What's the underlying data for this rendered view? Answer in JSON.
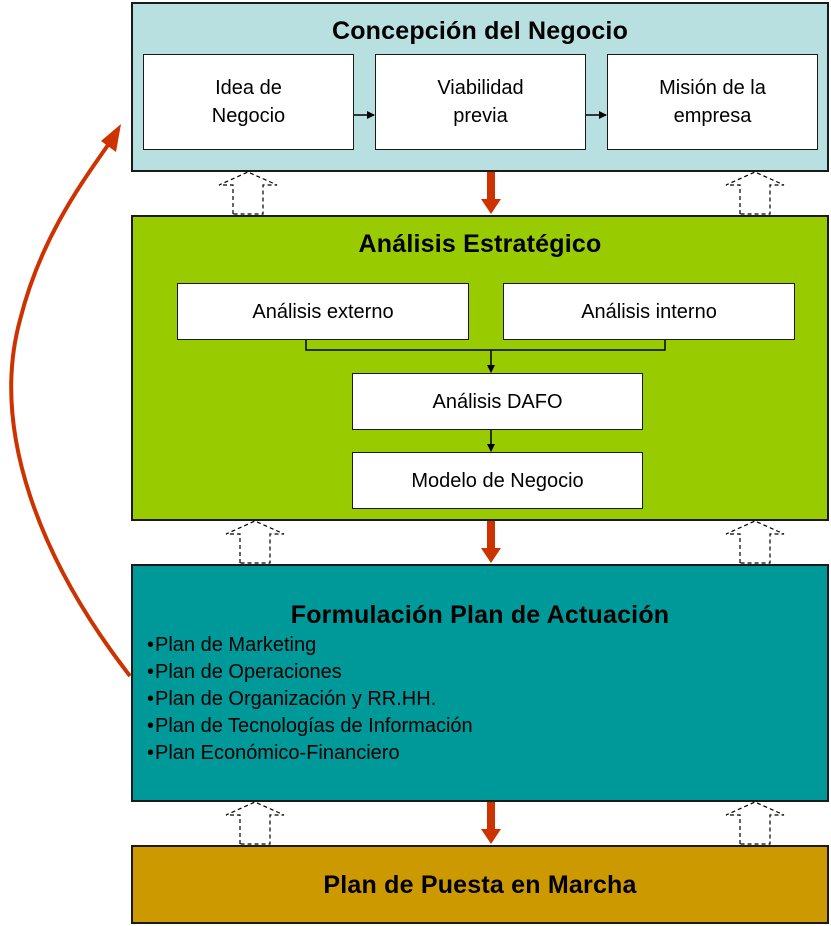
{
  "colors": {
    "concepcion_bg": "#b8e0e0",
    "analisis_bg": "#99cc00",
    "formulacion_bg": "#009999",
    "marcha_bg": "#cc9900",
    "flow_arrow": "#cc3300"
  },
  "concepcion": {
    "title": "Concepción del Negocio",
    "steps": [
      {
        "line1": "Idea de",
        "line2": "Negocio"
      },
      {
        "line1": "Viabilidad",
        "line2": "previa"
      },
      {
        "line1": "Misión de la",
        "line2": "empresa"
      }
    ]
  },
  "analisis": {
    "title": "Análisis Estratégico",
    "externo": "Análisis externo",
    "interno": "Análisis interno",
    "dafo": "Análisis DAFO",
    "modelo": "Modelo de Negocio"
  },
  "formulacion": {
    "title": "Formulación Plan de Actuación",
    "items": [
      "Plan de Marketing",
      "Plan de Operaciones",
      "Plan de Organización y RR.HH.",
      "Plan de Tecnologías de Información",
      "Plan Económico-Financiero"
    ]
  },
  "marcha": {
    "title": "Plan de Puesta en Marcha"
  }
}
